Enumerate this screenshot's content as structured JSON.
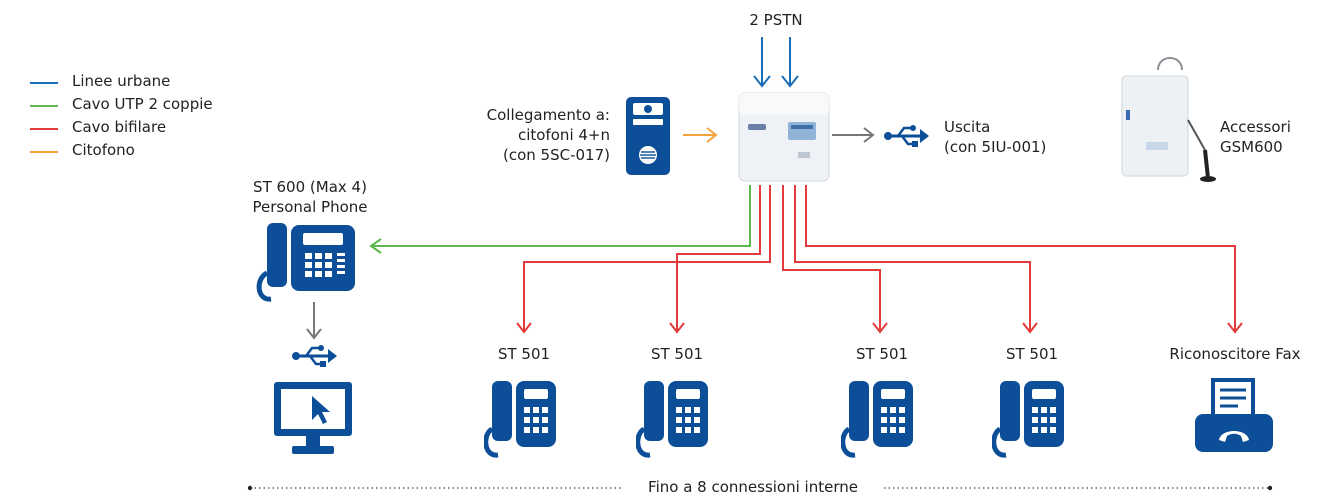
{
  "colors": {
    "blue": "#1a6fb8",
    "green": "#5cb84a",
    "red": "#e23b3b",
    "orange": "#f5a33b",
    "gray": "#777777",
    "navy": "#0c4f98"
  },
  "legend": [
    {
      "label": "Linee urbane",
      "color": "#1a6fb8"
    },
    {
      "label": "Cavo UTP 2 coppie",
      "color": "#5cb84a"
    },
    {
      "label": "Cavo bifilare",
      "color": "#e23b3b"
    },
    {
      "label": "Citofono",
      "color": "#f5a33b"
    }
  ],
  "pstn": {
    "label": "2 PSTN"
  },
  "intercom": {
    "line1": "Collegamento a:",
    "line2": "citofoni 4+n",
    "line3": "(con 5SC-017)"
  },
  "output": {
    "line1": "Uscita",
    "line2": "(con 5IU-001)"
  },
  "accessories": {
    "line1": "Accessori",
    "line2": "GSM600"
  },
  "personal_phone": {
    "line1": "ST 600 (Max 4)",
    "line2": "Personal Phone"
  },
  "phones": [
    "ST 501",
    "ST 501",
    "ST 501",
    "ST 501"
  ],
  "fax": {
    "label": "Riconoscitore Fax"
  },
  "footer": {
    "label": "Fino a 8 connessioni interne"
  },
  "icons": [
    "usb-icon",
    "monitor-cursor-icon",
    "desk-phone-icon",
    "fax-icon",
    "intercom-panel-icon",
    "pbx-unit-icon",
    "gsm-module-icon"
  ]
}
